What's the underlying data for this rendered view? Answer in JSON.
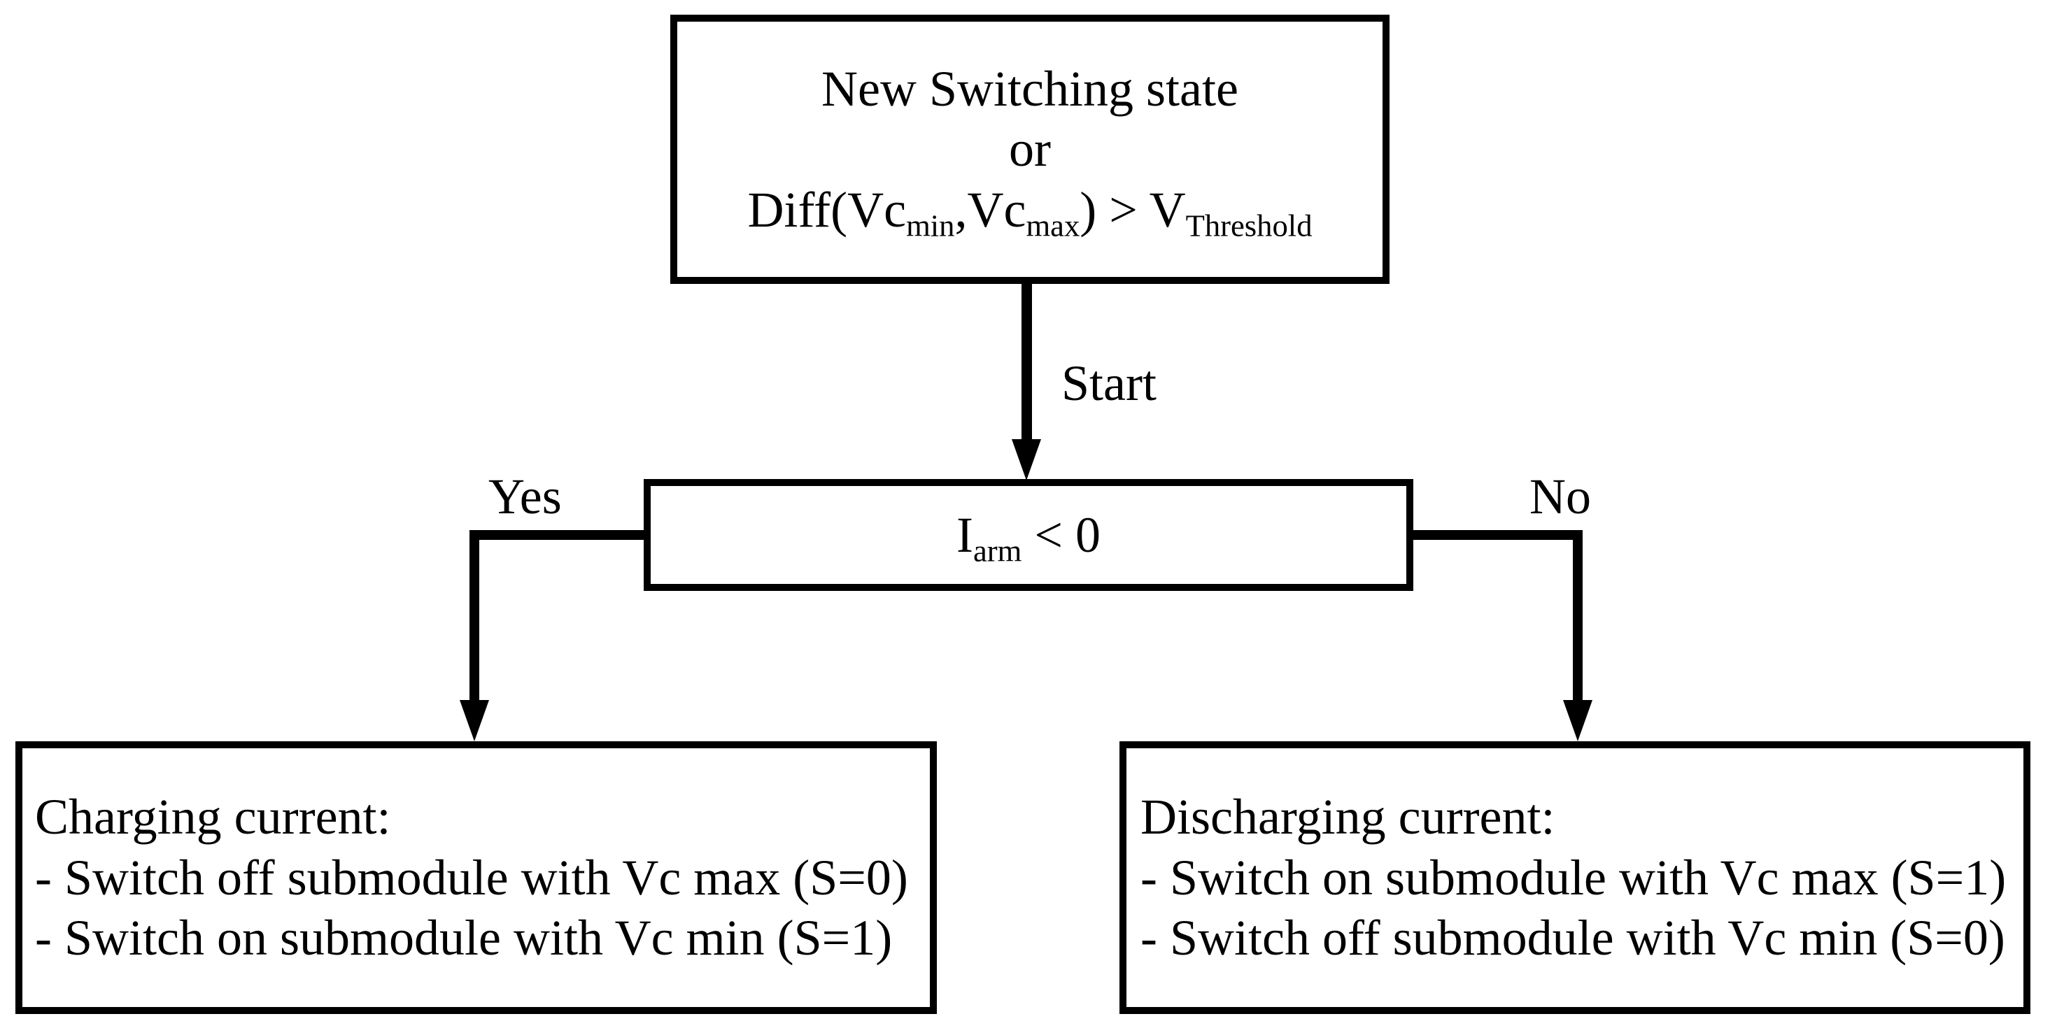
{
  "colors": {
    "background": "#ffffff",
    "line": "#000000",
    "text": "#000000"
  },
  "nodes": {
    "trigger": {
      "line1": "New Switching state",
      "line2": "or",
      "condition": {
        "t1": "Diff(Vc",
        "sub1": "min",
        "t2": ",Vc",
        "sub2": "max",
        "t3": ") > V",
        "sub3": "Threshold"
      }
    },
    "decision": {
      "t1": "I",
      "sub1": "arm",
      "t2": " < 0"
    },
    "charging": {
      "title": "Charging current:",
      "item1": "- Switch off submodule with Vc max (S=0)",
      "item2": "- Switch on submodule with Vc min (S=1)"
    },
    "discharging": {
      "title": "Discharging current:",
      "item1": "- Switch on submodule with Vc max (S=1)",
      "item2": "- Switch off submodule with Vc min (S=0)"
    }
  },
  "edges": {
    "start_label": "Start",
    "yes_label": "Yes",
    "no_label": "No"
  }
}
